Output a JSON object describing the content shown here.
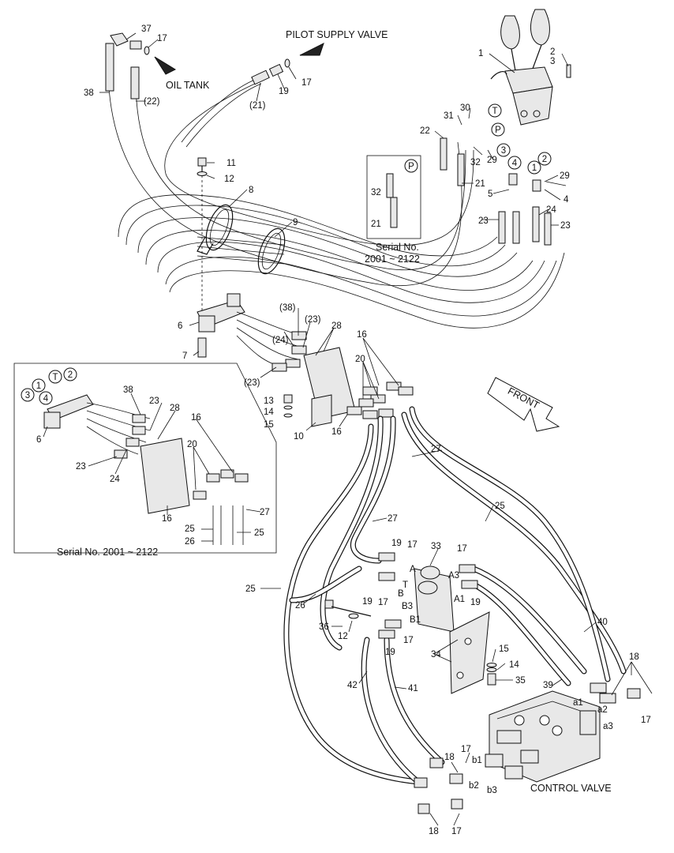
{
  "captions": {
    "pilot_supply_valve": "PILOT SUPPLY VALVE",
    "oil_tank": "OIL TANK",
    "front": "FRONT",
    "control_valve": "CONTROL VALVE",
    "serial_inset": "Serial No. 2001 ~ 2122",
    "serial_box_line1": "Serial No.",
    "serial_box_line2": "2001 ~ 2122"
  },
  "circled": {
    "T": "T",
    "P": "P",
    "one": "1",
    "two": "2",
    "three": "3",
    "four": "4"
  },
  "ports": {
    "A": "A",
    "B": "B",
    "T": "T",
    "A1": "A1",
    "A3": "A3",
    "B1": "B1",
    "B3": "B3",
    "a1": "a1",
    "a2": "a2",
    "a3": "a3",
    "b1": "b1",
    "b2": "b2",
    "b3": "b3"
  },
  "callouts": {
    "n1": "1",
    "n2": "2",
    "n3": "3",
    "n4": "4",
    "n5": "5",
    "n6": "6",
    "n7": "7",
    "n8": "8",
    "n9": "9",
    "n10": "10",
    "n11": "11",
    "n12": "12",
    "n13": "13",
    "n14": "14",
    "n15": "15",
    "n16": "16",
    "n17": "17",
    "n18": "18",
    "n19": "19",
    "n20": "20",
    "n21": "21",
    "n22": "22",
    "n23": "23",
    "n24": "24",
    "n25": "25",
    "n26": "26",
    "n27": "27",
    "n28": "28",
    "n29": "29",
    "n30": "30",
    "n31": "31",
    "n32": "32",
    "n33": "33",
    "n34": "34",
    "n35": "35",
    "n36": "36",
    "n37": "37",
    "n38": "38",
    "n39": "39",
    "n40": "40",
    "n41": "41",
    "n42": "42",
    "p21": "(21)",
    "p22": "(22)",
    "p23": "(23)",
    "p24": "(24)",
    "p38": "(38)"
  }
}
